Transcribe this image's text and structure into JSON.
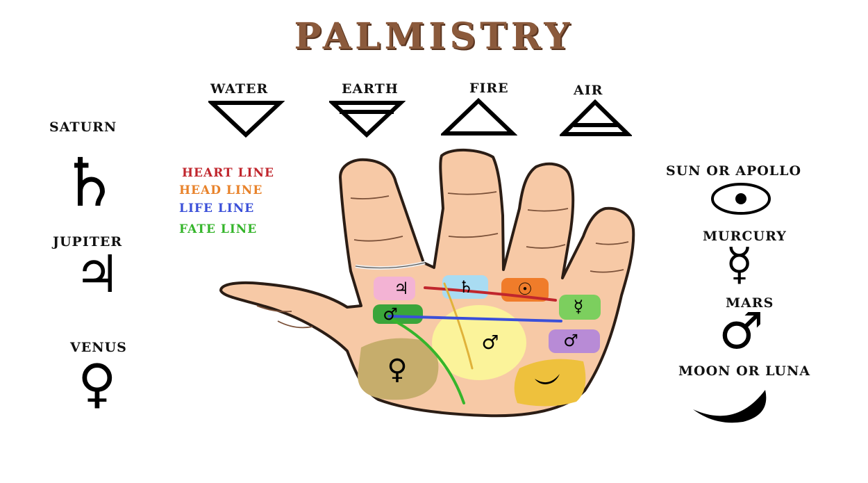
{
  "title": "PALMISTRY",
  "elements": [
    {
      "label": "WATER",
      "icon": "water-triangle-icon"
    },
    {
      "label": "EARTH",
      "icon": "earth-triangle-icon"
    },
    {
      "label": "FIRE",
      "icon": "fire-triangle-icon"
    },
    {
      "label": "AIR",
      "icon": "air-triangle-icon"
    }
  ],
  "left_planets": [
    {
      "label": "SATURN",
      "symbol": "♄"
    },
    {
      "label": "JUPITER",
      "symbol": "♃"
    },
    {
      "label": "VENUS",
      "symbol": "♀"
    }
  ],
  "right_planets": [
    {
      "label": "SUN OR APOLLO",
      "symbol": "☉"
    },
    {
      "label": "MURCURY",
      "symbol": "☿"
    },
    {
      "label": "MARS",
      "symbol": "♂"
    },
    {
      "label": "MOON OR LUNA",
      "symbol": "☽"
    }
  ],
  "legend": [
    {
      "label": "HEART LINE",
      "color": "#c0262d"
    },
    {
      "label": "HEAD LINE",
      "color": "#e8822a"
    },
    {
      "label": "LIFE LINE",
      "color": "#3a4fd8"
    },
    {
      "label": "FATE LINE",
      "color": "#35b52b"
    }
  ],
  "mounts": [
    {
      "symbol": "♃",
      "color": "#f3b3d4"
    },
    {
      "symbol": "♄",
      "color": "#a9dcf2"
    },
    {
      "symbol": "☉",
      "color": "#f07c2a"
    },
    {
      "symbol": "☿",
      "color": "#7ccf5e"
    },
    {
      "symbol": "♂",
      "color": "#3aa53a"
    },
    {
      "symbol": "♂",
      "color": "#fbf39a"
    },
    {
      "symbol": "♂",
      "color": "#b88bd6"
    },
    {
      "symbol": "♀",
      "color": "#c6ad6c"
    },
    {
      "symbol": "☽",
      "color": "#eec13d"
    }
  ],
  "colors": {
    "title": "#8b5a3c",
    "skin": "#f7c9a6",
    "skin_outline": "#2b1d15"
  }
}
